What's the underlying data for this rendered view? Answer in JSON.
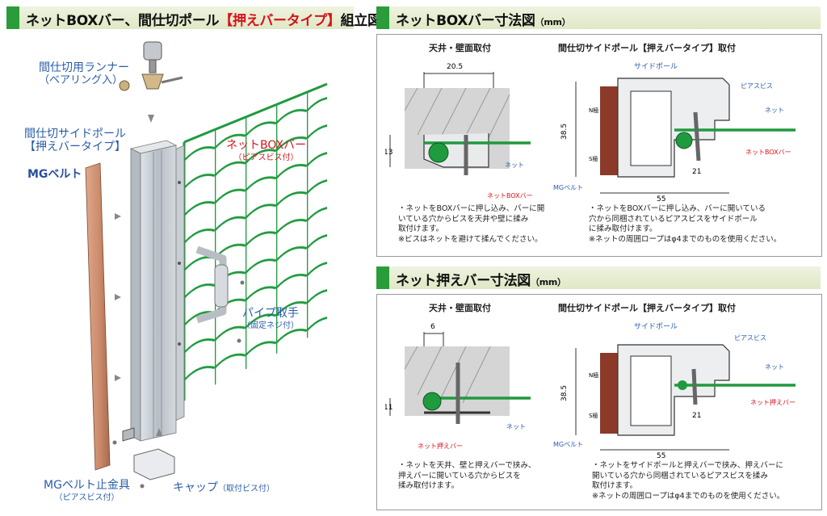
{
  "left_panel": {
    "title_prefix": "ネットBOXバー、間仕切ポール",
    "title_highlight": "【押えバータイプ】",
    "title_suffix": "組立図",
    "labels": {
      "runner_line1": "間仕切用ランナー",
      "runner_line2": "（ベアリング入）",
      "pole_line1": "間仕切サイドポール",
      "pole_line2": "【押えバータイプ】",
      "mg_belt": "MGベルト",
      "netbox_line1": "ネットBOXバー",
      "netbox_line2": "（ピアスビス付）",
      "pipe_line1": "パイプ取手",
      "pipe_line2": "（固定ネジ付）",
      "stopper_line1": "MGベルト止金具",
      "stopper_line2": "（ピアスビス付）",
      "cap_main": "キャップ",
      "cap_sub": "（取付ビス付）"
    }
  },
  "netbox_panel": {
    "title": "ネットBOXバー寸法図",
    "unit": "（mm）",
    "left_caption": "天井・壁面取付",
    "right_caption": "間仕切サイドポール【押えバータイプ】取付",
    "left_dims": {
      "width": "20.5",
      "height": "13"
    },
    "right_dims": {
      "height": "38.5",
      "depth": "21",
      "width": "55"
    },
    "labels": {
      "net_left": "ネット",
      "netbox_bar_left": "ネットBOXバー",
      "side_pole": "サイドポール",
      "pierce_screw": "ピアスビス",
      "net_right": "ネット",
      "netbox_bar_right": "ネットBOXバー",
      "mg_belt": "MGベルト",
      "n_pole": "N極",
      "s_pole": "S極"
    },
    "notes_left": [
      "・ネットをBOXバーに押し込み、バーに開",
      "いている穴からビスを天井や壁に揉み",
      "取付けます。",
      "※ビスはネットを避けて揉んでください。"
    ],
    "notes_right": [
      "・ネットをBOXバーに押し込み、バーに開いている",
      "穴から同梱されているピアスビスをサイドポール",
      "に揉み取付けます。",
      "※ネットの周囲ロープはφ4までのものを使用ください。"
    ]
  },
  "presser_panel": {
    "title": "ネット押えバー寸法図",
    "unit": "（mm）",
    "left_caption": "天井・壁面取付",
    "right_caption": "間仕切サイドポール【押えバータイプ】取付",
    "left_dims": {
      "width": "6",
      "height": "11"
    },
    "right_dims": {
      "height": "38.5",
      "depth": "21",
      "width": "55"
    },
    "labels": {
      "net_left": "ネット",
      "presser_bar_left": "ネット押えバー",
      "side_pole": "サイドポール",
      "pierce_screw": "ピアスビス",
      "net_right": "ネット",
      "presser_bar_right": "ネット押えバー",
      "mg_belt": "MGベルト",
      "n_pole": "N極",
      "s_pole": "S極"
    },
    "notes_left": [
      "・ネットを天井、壁と押えバーで挟み、",
      "押えバーに開いている穴からビスを",
      "揉み取付けます。"
    ],
    "notes_right": [
      "・ネットをサイドポールと押えバーで挟み、押えバーに",
      "開いている穴から同梱されているピアスビスを揉み",
      "取付けます。",
      "※ネットの周囲ロープはφ4までのものを使用ください。"
    ]
  },
  "colors": {
    "net_green": "#1f9a3e",
    "header_tab": "#2a9d3a",
    "label_blue": "#2a5da8",
    "label_red": "#d8121c",
    "belt_brown": "#c98a6a",
    "magnet_brown": "#8b3a2a",
    "pole_gray": "#c9ced4"
  }
}
